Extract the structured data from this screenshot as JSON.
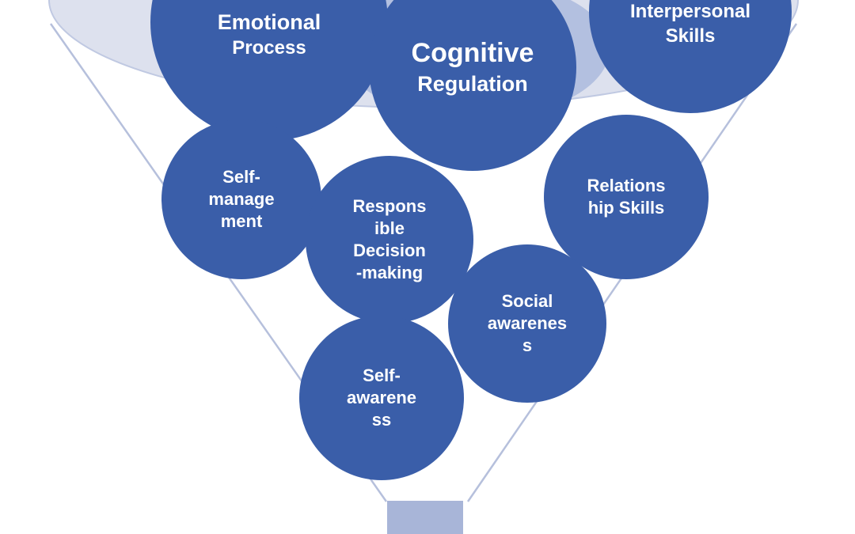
{
  "diagram": {
    "type": "funnel",
    "description": "Social-emotional learning funnel diagram",
    "colors": {
      "circle_fill": "#3a5ea9",
      "funnel_fill": "#dde1ee",
      "funnel_stroke": "#c0c9e2",
      "rim_shadow": "#b3c0e0",
      "line_stroke": "#b6c0dc",
      "stem_fill": "#a8b5d8",
      "text": "#ffffff"
    },
    "circles": [
      {
        "id": "emotional-process",
        "lines": [
          "Emotional",
          "Process"
        ]
      },
      {
        "id": "cognitive-regulation",
        "lines": [
          "Cognitive",
          "Regulation"
        ]
      },
      {
        "id": "interpersonal-skills",
        "lines": [
          "Interpersonal",
          "Skills"
        ]
      },
      {
        "id": "self-management",
        "lines": [
          "Self-",
          "manage",
          "ment"
        ]
      },
      {
        "id": "responsible-decision-making",
        "lines": [
          "Respons",
          "ible",
          "Decision",
          "-making"
        ]
      },
      {
        "id": "relationship-skills",
        "lines": [
          "Relations",
          "hip Skills"
        ]
      },
      {
        "id": "social-awareness",
        "lines": [
          "Social",
          "awarenes",
          "s"
        ]
      },
      {
        "id": "self-awareness",
        "lines": [
          "Self-",
          "awarene",
          "ss"
        ]
      }
    ]
  }
}
